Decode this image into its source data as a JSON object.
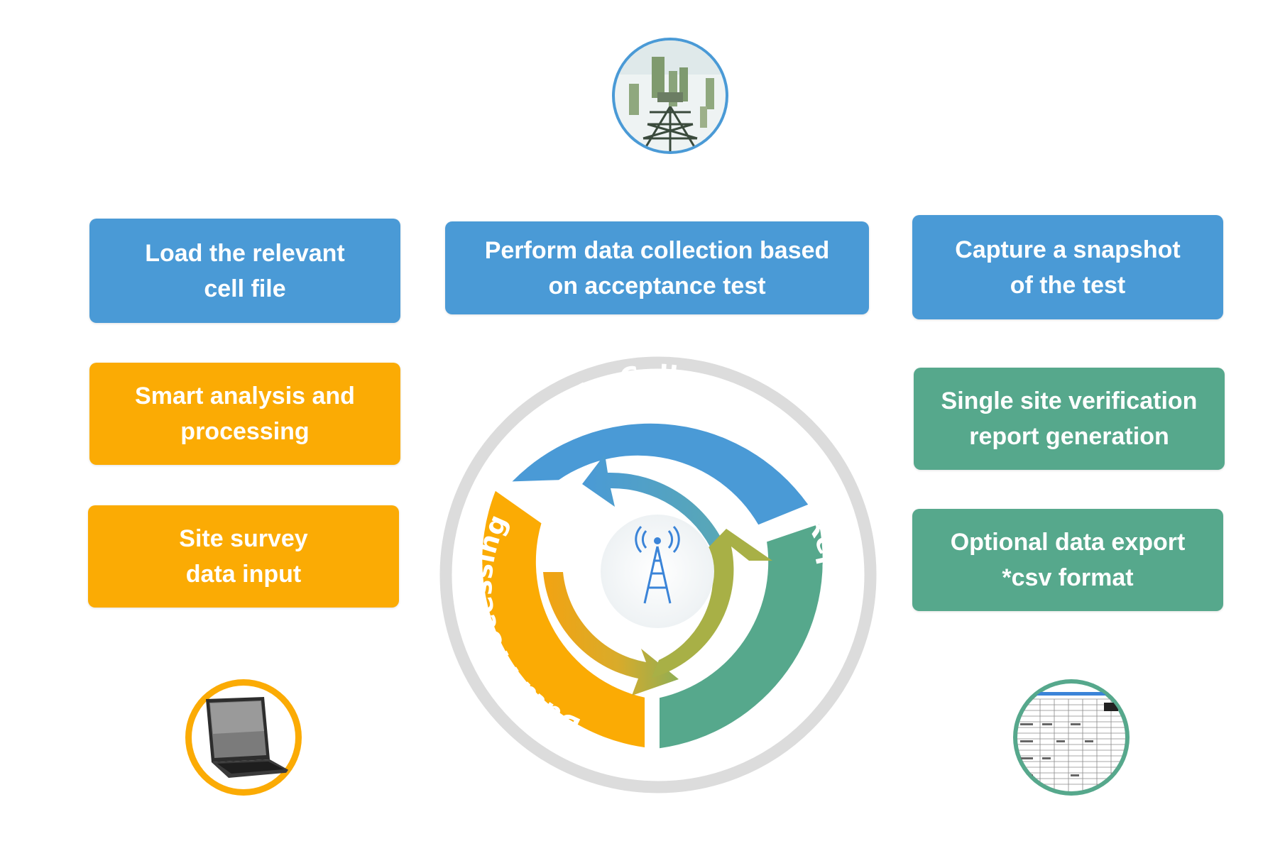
{
  "top_left_box": {
    "line1": "Load the relevant",
    "line2": "cell file"
  },
  "top_center_box": {
    "line1": "Perform data collection based",
    "line2": "on acceptance test"
  },
  "top_right_box": {
    "line1": "Capture a snapshot",
    "line2": "of the test"
  },
  "left_box_1": {
    "line1": "Smart analysis and",
    "line2": "processing"
  },
  "left_box_2": {
    "line1": "Site survey",
    "line2": "data input"
  },
  "right_box_1": {
    "line1": "Single site verification",
    "line2": "report generation"
  },
  "right_box_2": {
    "line1": "Optional data export",
    "line2": "*csv format"
  },
  "cycle": {
    "data_collection": "Data Collection",
    "reports_generation": "Reports Generation",
    "data_processing": "Data Processing"
  },
  "colors": {
    "blue": "#4a9ad6",
    "orange": "#fbab04",
    "green": "#56a88c",
    "ring_gray": "#dcdcdc"
  },
  "icons": {
    "top": "cell-tower-photo-icon",
    "bottom_left": "laptop-icon",
    "bottom_right": "spreadsheet-report-icon",
    "center": "radio-tower-icon"
  }
}
